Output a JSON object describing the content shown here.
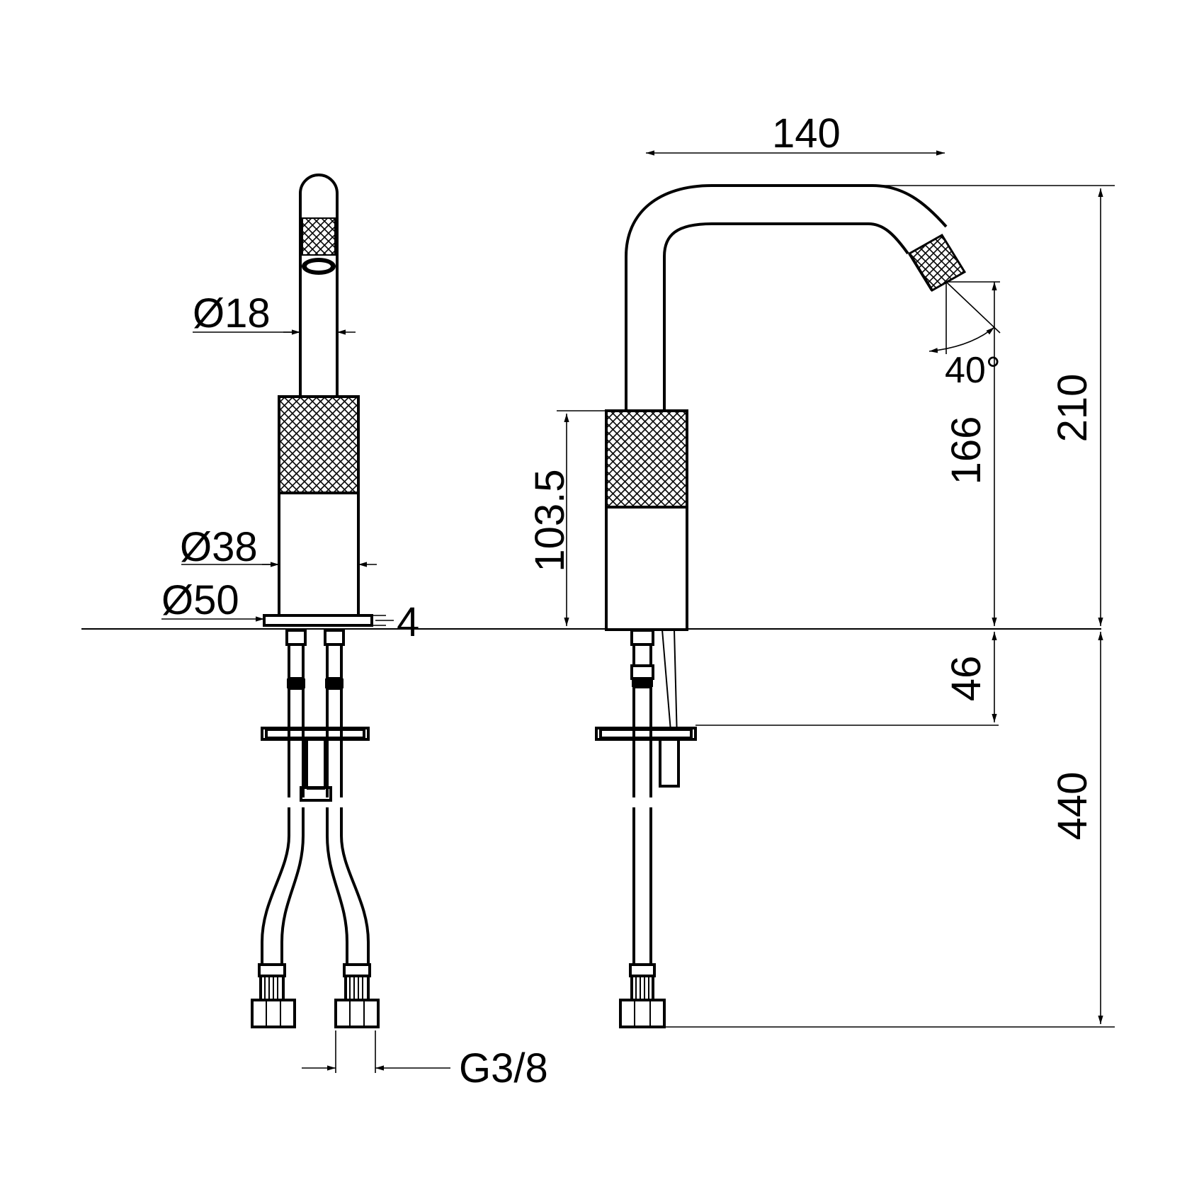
{
  "colors": {
    "line": "#000000",
    "background": "#ffffff",
    "knurl": "#000000"
  },
  "front_view": {
    "dims": {
      "spout_diameter": "Ø18",
      "body_diameter": "Ø38",
      "base_diameter": "Ø50",
      "base_thickness": "4",
      "connection_thread": "G3/8"
    }
  },
  "side_view": {
    "dims": {
      "spout_reach": "140",
      "spout_angle": "40°",
      "body_height": "103.5",
      "spout_outlet_height": "166",
      "total_height": "210",
      "mounting_depth": "46",
      "hose_length": "440"
    }
  }
}
